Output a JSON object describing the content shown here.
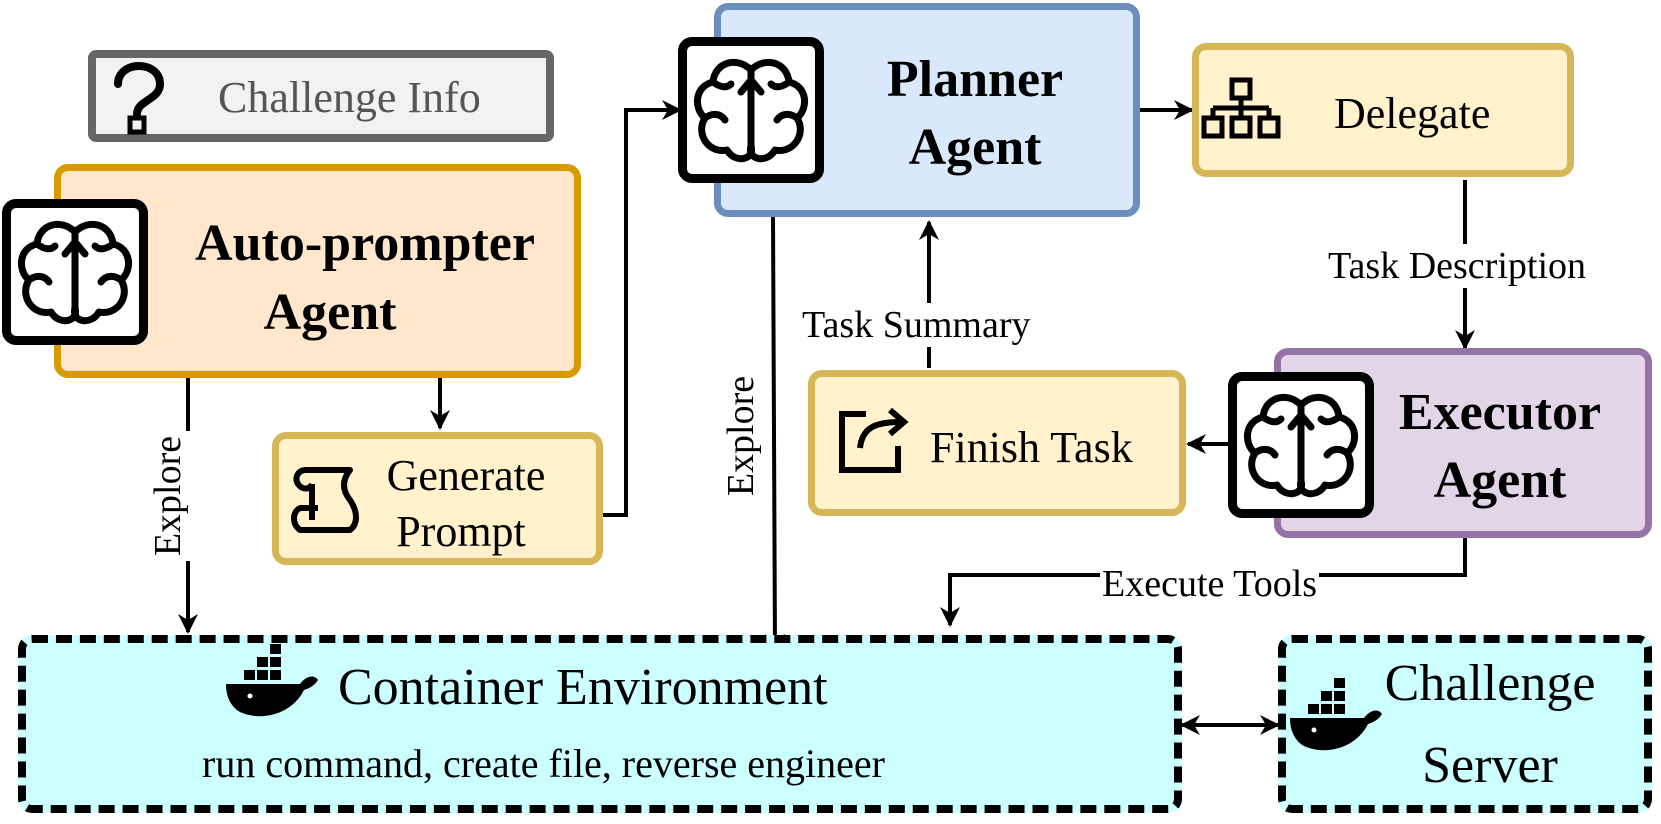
{
  "nodes": {
    "challenge_info": "Challenge Info",
    "auto_prompter": {
      "line1": "Auto-prompter",
      "line2": "Agent"
    },
    "generate_prompt": {
      "line1": "Generate",
      "line2": "Prompt"
    },
    "planner": {
      "line1": "Planner",
      "line2": "Agent"
    },
    "delegate": "Delegate",
    "executor": {
      "line1": "Executor",
      "line2": "Agent"
    },
    "finish_task": "Finish Task",
    "container": {
      "title": "Container Environment",
      "subtitle": "run command, create file, reverse engineer"
    },
    "challenge_server": {
      "line1": "Challenge",
      "line2": "Server"
    }
  },
  "edges": {
    "explore_left": "Explore",
    "explore_mid": "Explore",
    "task_summary": "Task Summary",
    "task_description": "Task Description",
    "execute_tools": "Execute Tools"
  },
  "colors": {
    "challenge_info_fill": "#f2f2f2",
    "challenge_info_border": "#666666",
    "auto_prompter_fill": "#ffe6cc",
    "auto_prompter_border": "#d79b00",
    "action_fill": "#fff2cc",
    "action_border": "#d6b656",
    "planner_fill": "#dae8fc",
    "planner_border": "#6c8ebf",
    "executor_fill": "#e1d5e7",
    "executor_border": "#9673a6",
    "env_fill": "#ccffff",
    "env_border": "#000000"
  },
  "icons": [
    "question-icon",
    "brain-icon",
    "scroll-icon",
    "sitemap-icon",
    "exit-icon",
    "docker-whale-icon"
  ]
}
